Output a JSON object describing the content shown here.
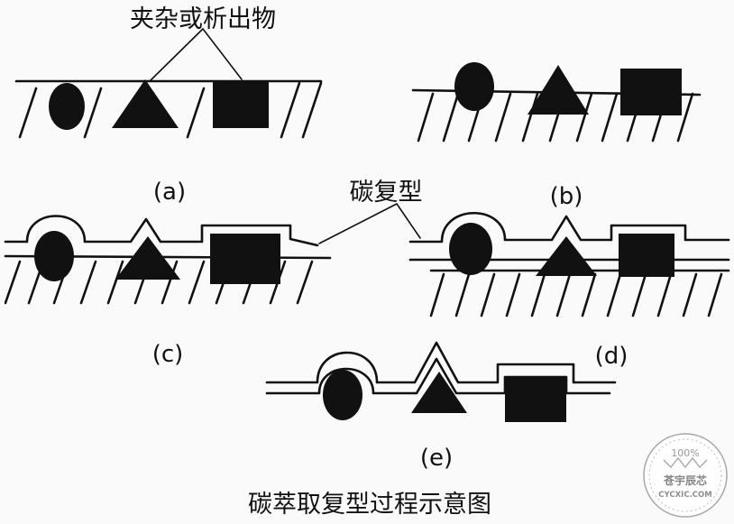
{
  "labels": {
    "inclusion": "夹杂或析出物",
    "carbon_replica": "碳复型",
    "caption": "碳萃取复型过程示意图"
  },
  "panels": {
    "a": "(a)",
    "b": "(b)",
    "c": "(c)",
    "d": "(d)",
    "e": "(e)"
  },
  "watermark": {
    "percent": "100%",
    "name": "苍宇辰芯",
    "site": "CYCXIC.COM"
  },
  "colors": {
    "ink": "#111111",
    "background": "#fafafa",
    "watermark": "#9a9a9a"
  }
}
